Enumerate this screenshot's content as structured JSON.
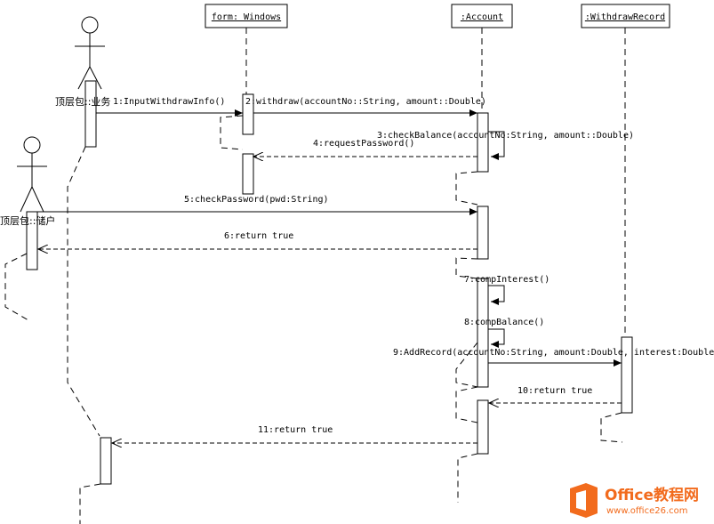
{
  "actors": {
    "business_actor": "顶层包::业务",
    "customer_actor": "顶层包::储户"
  },
  "objects": {
    "windows": "form: Windows",
    "account": ":Account",
    "withdraw_record": ":WithdrawRecord"
  },
  "messages": {
    "m1": "1:InputWithdrawInfo()",
    "m2": "2:withdraw(accountNo::String, amount::Double)",
    "m3": "3:checkBalance(accountNo:String, amount::Double)",
    "m4": "4:requestPassword()",
    "m5": "5:checkPassword(pwd:String)",
    "m6": "6:return true",
    "m7": "7:compInterest()",
    "m8": "8:compBalance()",
    "m9": "9:AddRecord(accountNo:String, amount:Double, interest:Double)",
    "m10": "10:return true",
    "m11": "11:return true"
  },
  "watermark": {
    "brand": "Office教程网",
    "url": "www.office26.com",
    "accent_color": "#f26b1d"
  }
}
